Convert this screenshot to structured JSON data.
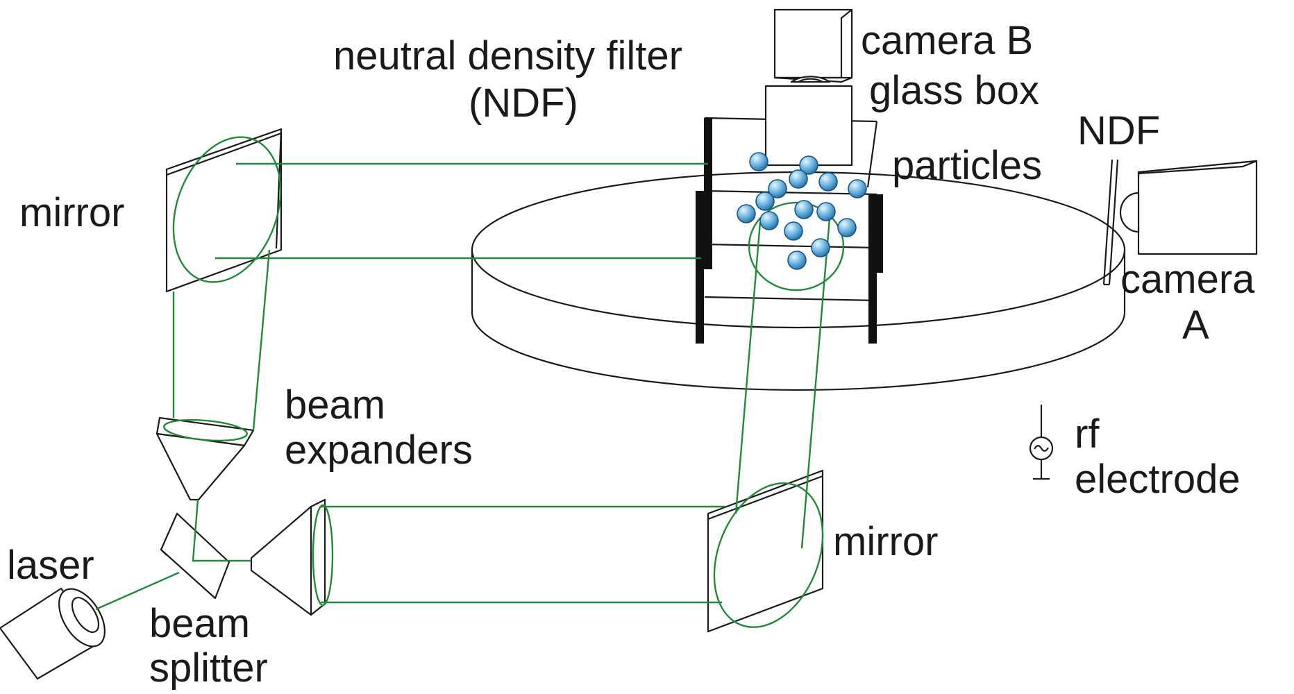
{
  "labels": {
    "ndf_top": "neutral density filter",
    "ndf_top_abbr": "(NDF)",
    "camera_b": "camera B",
    "glass_box": "glass box",
    "particles": "particles",
    "ndf_right": "NDF",
    "camera_a_1": "camera",
    "camera_a_2": "A",
    "mirror_upper": "mirror",
    "beam_expanders_1": "beam",
    "beam_expanders_2": "expanders",
    "rf_1": "rf",
    "rf_2": "electrode",
    "mirror_lower": "mirror",
    "laser": "laser",
    "beam_splitter_1": "beam",
    "beam_splitter_2": "splitter"
  },
  "colors": {
    "laser_beam": "#1f8a3a",
    "particle": "#4a9fd6",
    "outline": "#1a1a1a"
  },
  "particle_count": 15
}
